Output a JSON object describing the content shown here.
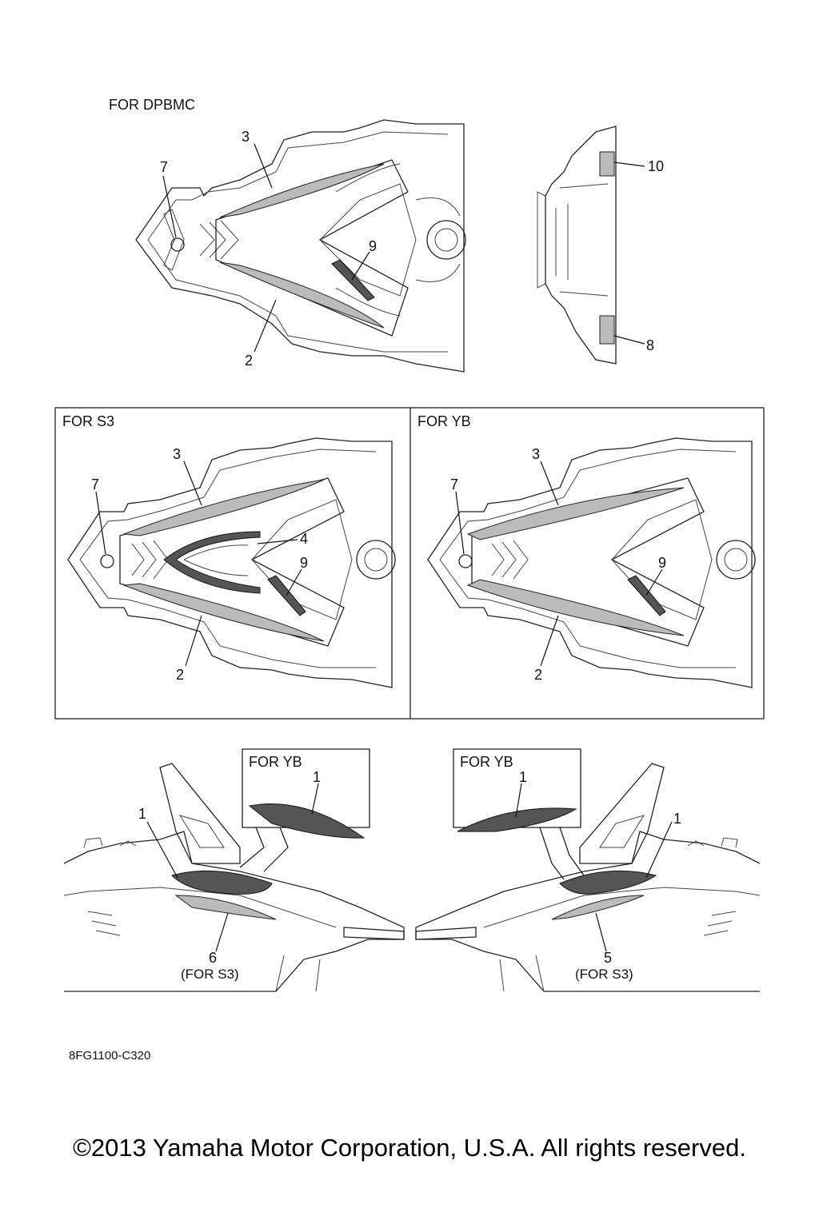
{
  "headings": {
    "dpbmc": "FOR DPBMC",
    "s3": "FOR S3",
    "yb": "FOR YB",
    "yb_inset_left": "FOR YB",
    "yb_inset_right": "FOR YB"
  },
  "callouts": {
    "top_3": "3",
    "top_7": "7",
    "top_9": "9",
    "top_2": "2",
    "top_10": "10",
    "top_8": "8",
    "s3_3": "3",
    "s3_7": "7",
    "s3_4": "4",
    "s3_9": "9",
    "s3_2": "2",
    "yb_3": "3",
    "yb_7": "7",
    "yb_9": "9",
    "yb_2": "2",
    "left_1": "1",
    "left_inset_1": "1",
    "left_6": "6",
    "left_6_note": "(FOR S3)",
    "right_1": "1",
    "right_inset_1": "1",
    "right_5": "5",
    "right_5_note": "(FOR S3)"
  },
  "diagram_code": "8FG1100-C320",
  "copyright": "©2013 Yamaha Motor Corporation, U.S.A. All rights reserved."
}
